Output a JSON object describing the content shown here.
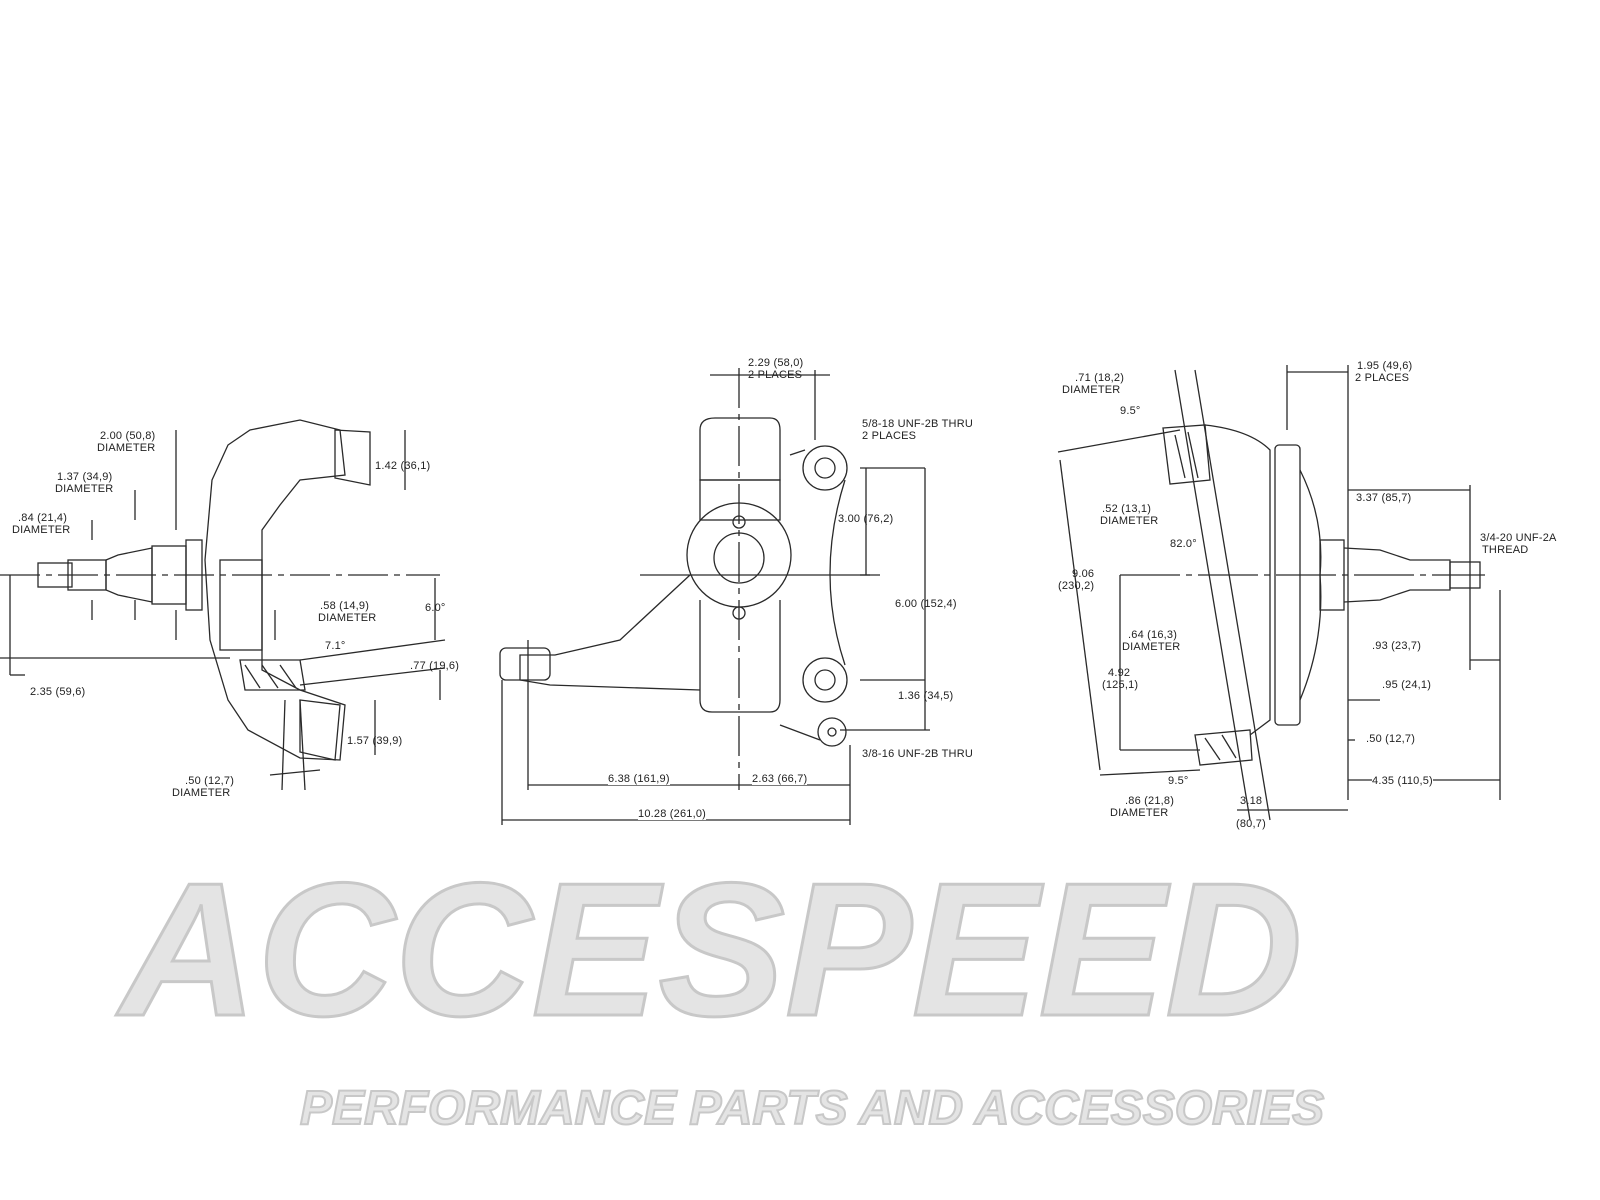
{
  "watermark": {
    "brand": "ACCESPEED",
    "tagline": "PERFORMANCE PARTS AND ACCESSORIES"
  },
  "left_view": {
    "d200": "2.00 (50,8)",
    "d200_sub": "DIAMETER",
    "d137": "1.37 (34,9)",
    "d137_sub": "DIAMETER",
    "d084": ".84 (21,4)",
    "d084_sub": "DIAMETER",
    "d142": "1.42 (36,1)",
    "d058": ".58 (14,9)",
    "d058_sub": "DIAMETER",
    "a60": "6.0°",
    "a71": "7.1°",
    "d077": ".77 (19,6)",
    "d235": "2.35 (59,6)",
    "d157": "1.57 (39,9)",
    "d050": ".50 (12,7)",
    "d050_sub": "DIAMETER"
  },
  "center_view": {
    "d229": "2.29 (58,0)",
    "d229_sub": "2 PLACES",
    "thread58": "5/8-18 UNF-2B THRU",
    "thread58_sub": "2 PLACES",
    "d300": "3.00 (76,2)",
    "d600": "6.00 (152,4)",
    "d136": "1.36 (34,5)",
    "thread38": "3/8-16 UNF-2B THRU",
    "d638": "6.38 (161,9)",
    "d263": "2.63 (66,7)",
    "d1028": "10.28 (261,0)"
  },
  "right_view": {
    "d071": ".71 (18,2)",
    "d071_sub": "DIAMETER",
    "a95top": "9.5°",
    "d195": "1.95 (49,6)",
    "d195_sub": "2 PLACES",
    "d337": "3.37 (85,7)",
    "d052": ".52 (13,1)",
    "d052_sub": "DIAMETER",
    "a820": "82.0°",
    "thread34": "3/4-20 UNF-2A",
    "thread34_sub": "THREAD",
    "d906": "9.06",
    "d906_sub": "(230,2)",
    "d064": ".64 (16,3)",
    "d064_sub": "DIAMETER",
    "d093": ".93 (23,7)",
    "d492": "4.92",
    "d492_sub": "(125,1)",
    "d095": ".95 (24,1)",
    "d050": ".50 (12,7)",
    "a95bot": "9.5°",
    "d435": "4.35 (110,5)",
    "d086": ".86 (21,8)",
    "d086_sub": "DIAMETER",
    "d318": "3.18",
    "d318_sub": "(80,7)"
  }
}
